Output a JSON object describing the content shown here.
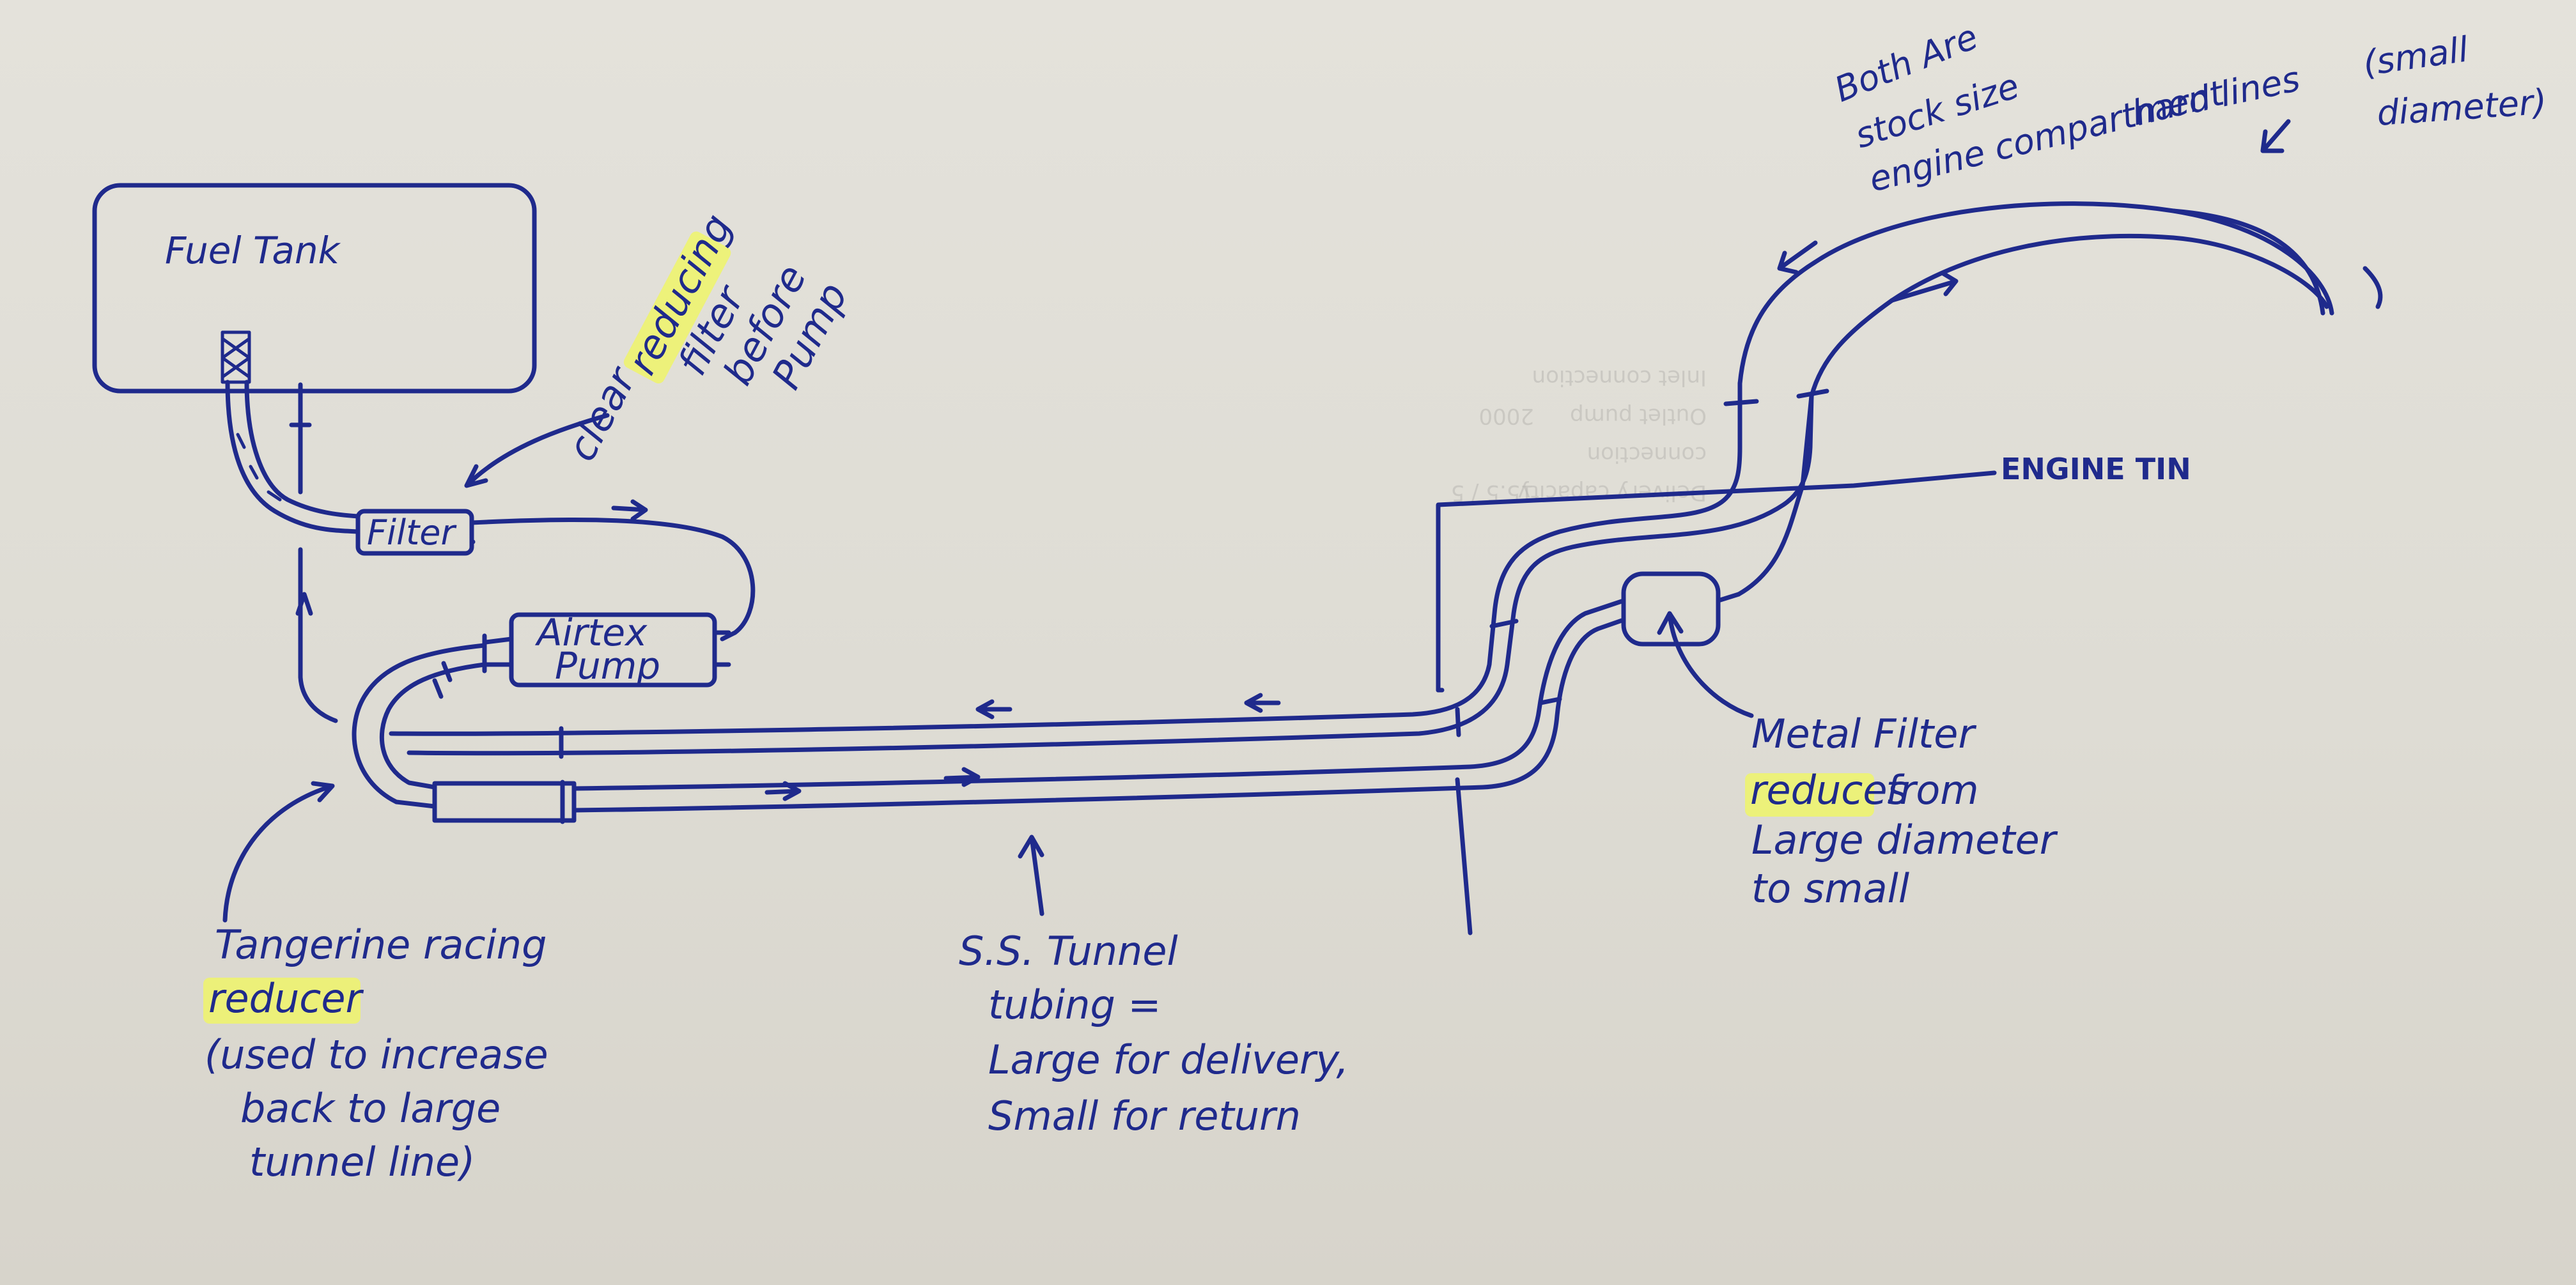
{
  "fuel_tank": {
    "label": "Fuel Tank"
  },
  "filter_box": {
    "label": "Filter"
  },
  "pump_box": {
    "line1": "Airtex",
    "line2": "Pump"
  },
  "engine_tin": {
    "label": "ENGINE TIN"
  },
  "annotations": {
    "clear_filter": {
      "word1": "clear",
      "highlight": "reducing",
      "word3": "filter",
      "word4": "before",
      "word5": "Pump"
    },
    "hard_lines": {
      "line1": "Both Are",
      "line2": "stock size",
      "line3": "engine compartment",
      "line4": "hard lines",
      "paren": "(small",
      "paren2": "diameter)"
    },
    "metal_filter": {
      "line1": "Metal Filter",
      "highlight": "reduces",
      "line2_rest": "from",
      "line3": "Large diameter",
      "line4": "to small"
    },
    "tangerine": {
      "line1": "Tangerine racing",
      "highlight": "reducer",
      "line3": "(used to increase",
      "line4": "back to large",
      "line5": "tunnel line)"
    },
    "tunnel": {
      "line1": "S.S. Tunnel",
      "line2": "tubing =",
      "line3": "Large for delivery,",
      "line4": "Small for return"
    }
  },
  "colors": {
    "ink": "#1f2a8c",
    "highlighter": "#eef56a",
    "paper": "#e2e0d9"
  }
}
